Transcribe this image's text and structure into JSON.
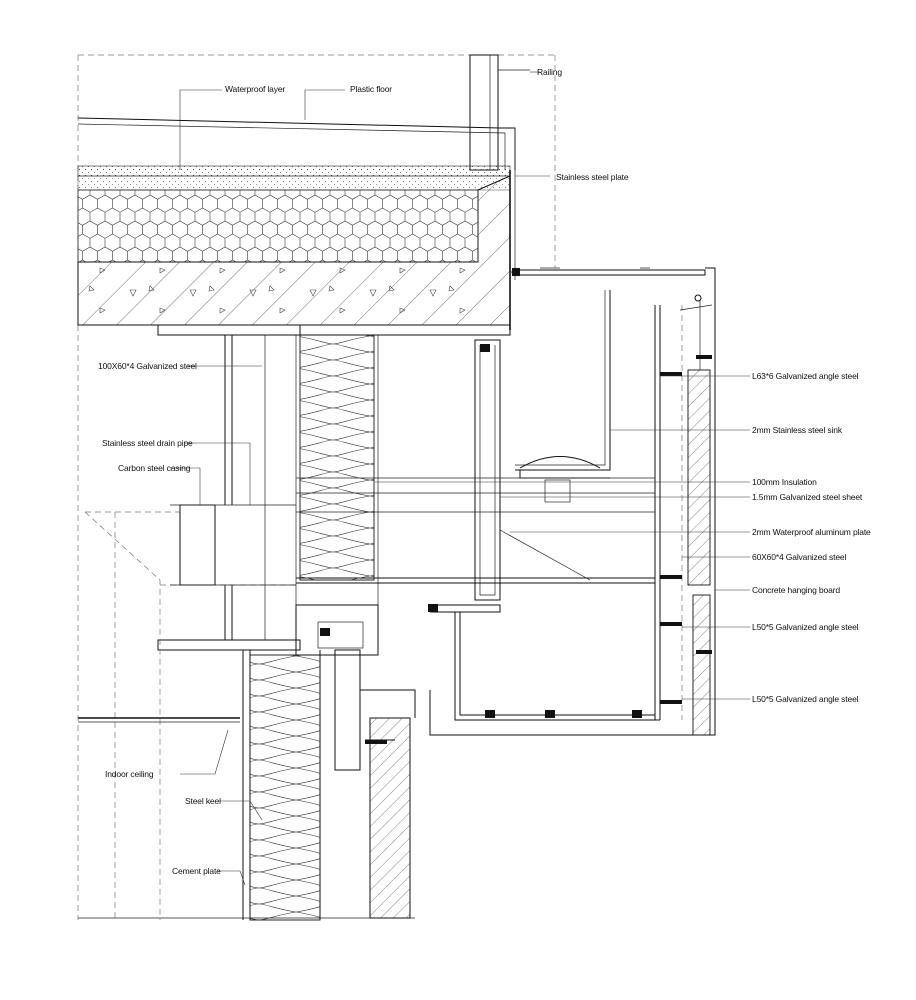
{
  "labels": {
    "railing": "Railing",
    "waterproof_layer": "Waterproof layer",
    "plastic_floor": "Plastic floor",
    "stainless_steel_plate": "Stainless steel plate",
    "galvanized_steel_100x60": "100X60*4  Galvanized steel",
    "l63_angle_steel": "L63*6  Galvanized angle steel",
    "stainless_steel_sink": "2mm  Stainless steel sink",
    "stainless_steel_drain_pipe": "Stainless steel drain pipe",
    "carbon_steel_casing": "Carbon steel casing",
    "insulation_100mm": "100mm Insulation",
    "galvanized_sheet_1_5mm": "1.5mm  Galvanized steel sheet",
    "waterproof_aluminum_plate": "2mm  Waterproof aluminum plate",
    "galvanized_steel_60x60": "60X60*4  Galvanized steel",
    "concrete_hanging_board": "Concrete hanging board",
    "l50_angle_steel_upper": "L50*5  Galvanized angle steel",
    "l50_angle_steel_lower": "L50*5  Galvanized angle steel",
    "indoor_ceiling": "Indoor ceiling",
    "steel_keel": "Steel keel",
    "cement_plate": "Cement  plate"
  }
}
